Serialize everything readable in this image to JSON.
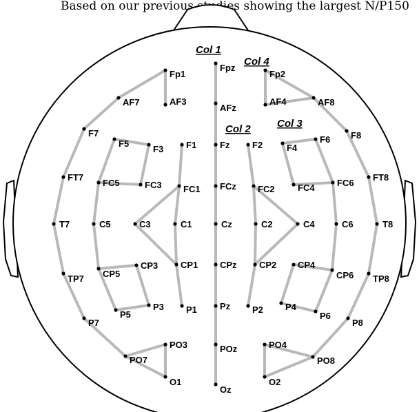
{
  "caption": "Based on our previous studies showing the largest N/P150",
  "columns": [
    "Col 1",
    "Col 2",
    "Col 3",
    "Col 4"
  ],
  "electrodes": [
    "Fp1",
    "Fpz",
    "Fp2",
    "AF7",
    "AF3",
    "AFz",
    "AF4",
    "AF8",
    "F7",
    "F5",
    "F3",
    "F1",
    "Fz",
    "F2",
    "F4",
    "F6",
    "F8",
    "FT7",
    "FC5",
    "FC3",
    "FC1",
    "FCz",
    "FC2",
    "FC4",
    "FC6",
    "FT8",
    "T7",
    "C5",
    "C3",
    "C1",
    "Cz",
    "C2",
    "C4",
    "C6",
    "T8",
    "TP7",
    "CP5",
    "CP3",
    "CP1",
    "CPz",
    "CP2",
    "CP4",
    "CP6",
    "TP8",
    "P7",
    "P5",
    "P3",
    "P1",
    "Pz",
    "P2",
    "P4",
    "P6",
    "P8",
    "PO7",
    "PO3",
    "POz",
    "PO4",
    "PO8",
    "O1",
    "Oz",
    "O2"
  ],
  "connections": [
    [
      "Fpz",
      "Oz"
    ],
    [
      "Fp1",
      "AF7"
    ],
    [
      "AF7",
      "F7"
    ],
    [
      "F7",
      "FT7"
    ],
    [
      "FT7",
      "T7"
    ],
    [
      "T7",
      "TP7"
    ],
    [
      "TP7",
      "P7"
    ],
    [
      "P7",
      "PO7"
    ],
    [
      "Fp2",
      "AF8"
    ],
    [
      "AF8",
      "F8"
    ],
    [
      "F8",
      "FT8"
    ],
    [
      "FT8",
      "T8"
    ],
    [
      "T8",
      "TP8"
    ],
    [
      "TP8",
      "P8"
    ],
    [
      "P8",
      "PO8"
    ],
    [
      "Fp1",
      "AF3"
    ],
    [
      "Fp2",
      "AF4"
    ],
    [
      "AF4",
      "AF8"
    ],
    [
      "PO7",
      "PO3"
    ],
    [
      "PO3",
      "O1"
    ],
    [
      "O1",
      "PO7"
    ],
    [
      "PO4",
      "PO8"
    ],
    [
      "PO8",
      "O2"
    ],
    [
      "O2",
      "PO4"
    ],
    [
      "F5",
      "F3"
    ],
    [
      "F3",
      "FC3"
    ],
    [
      "FC3",
      "FC5"
    ],
    [
      "F5",
      "FC5"
    ],
    [
      "FC5",
      "C5"
    ],
    [
      "C5",
      "CP5"
    ],
    [
      "CP5",
      "CP3"
    ],
    [
      "CP3",
      "P3"
    ],
    [
      "P3",
      "P5"
    ],
    [
      "P5",
      "CP5"
    ],
    [
      "F1",
      "FC1"
    ],
    [
      "FC1",
      "C1"
    ],
    [
      "C1",
      "CP1"
    ],
    [
      "CP1",
      "P1"
    ],
    [
      "FC1",
      "C3"
    ],
    [
      "C3",
      "CP1"
    ],
    [
      "F2",
      "FC2"
    ],
    [
      "FC2",
      "C2"
    ],
    [
      "C2",
      "CP2"
    ],
    [
      "CP2",
      "P2"
    ],
    [
      "FC2",
      "C4"
    ],
    [
      "C4",
      "CP2"
    ],
    [
      "F4",
      "F6"
    ],
    [
      "F6",
      "FC6"
    ],
    [
      "FC6",
      "FC4"
    ],
    [
      "FC4",
      "F4"
    ],
    [
      "FC6",
      "C6"
    ],
    [
      "C6",
      "CP6"
    ],
    [
      "CP6",
      "CP4"
    ],
    [
      "CP4",
      "P4"
    ],
    [
      "P4",
      "P6"
    ],
    [
      "P6",
      "CP6"
    ]
  ]
}
